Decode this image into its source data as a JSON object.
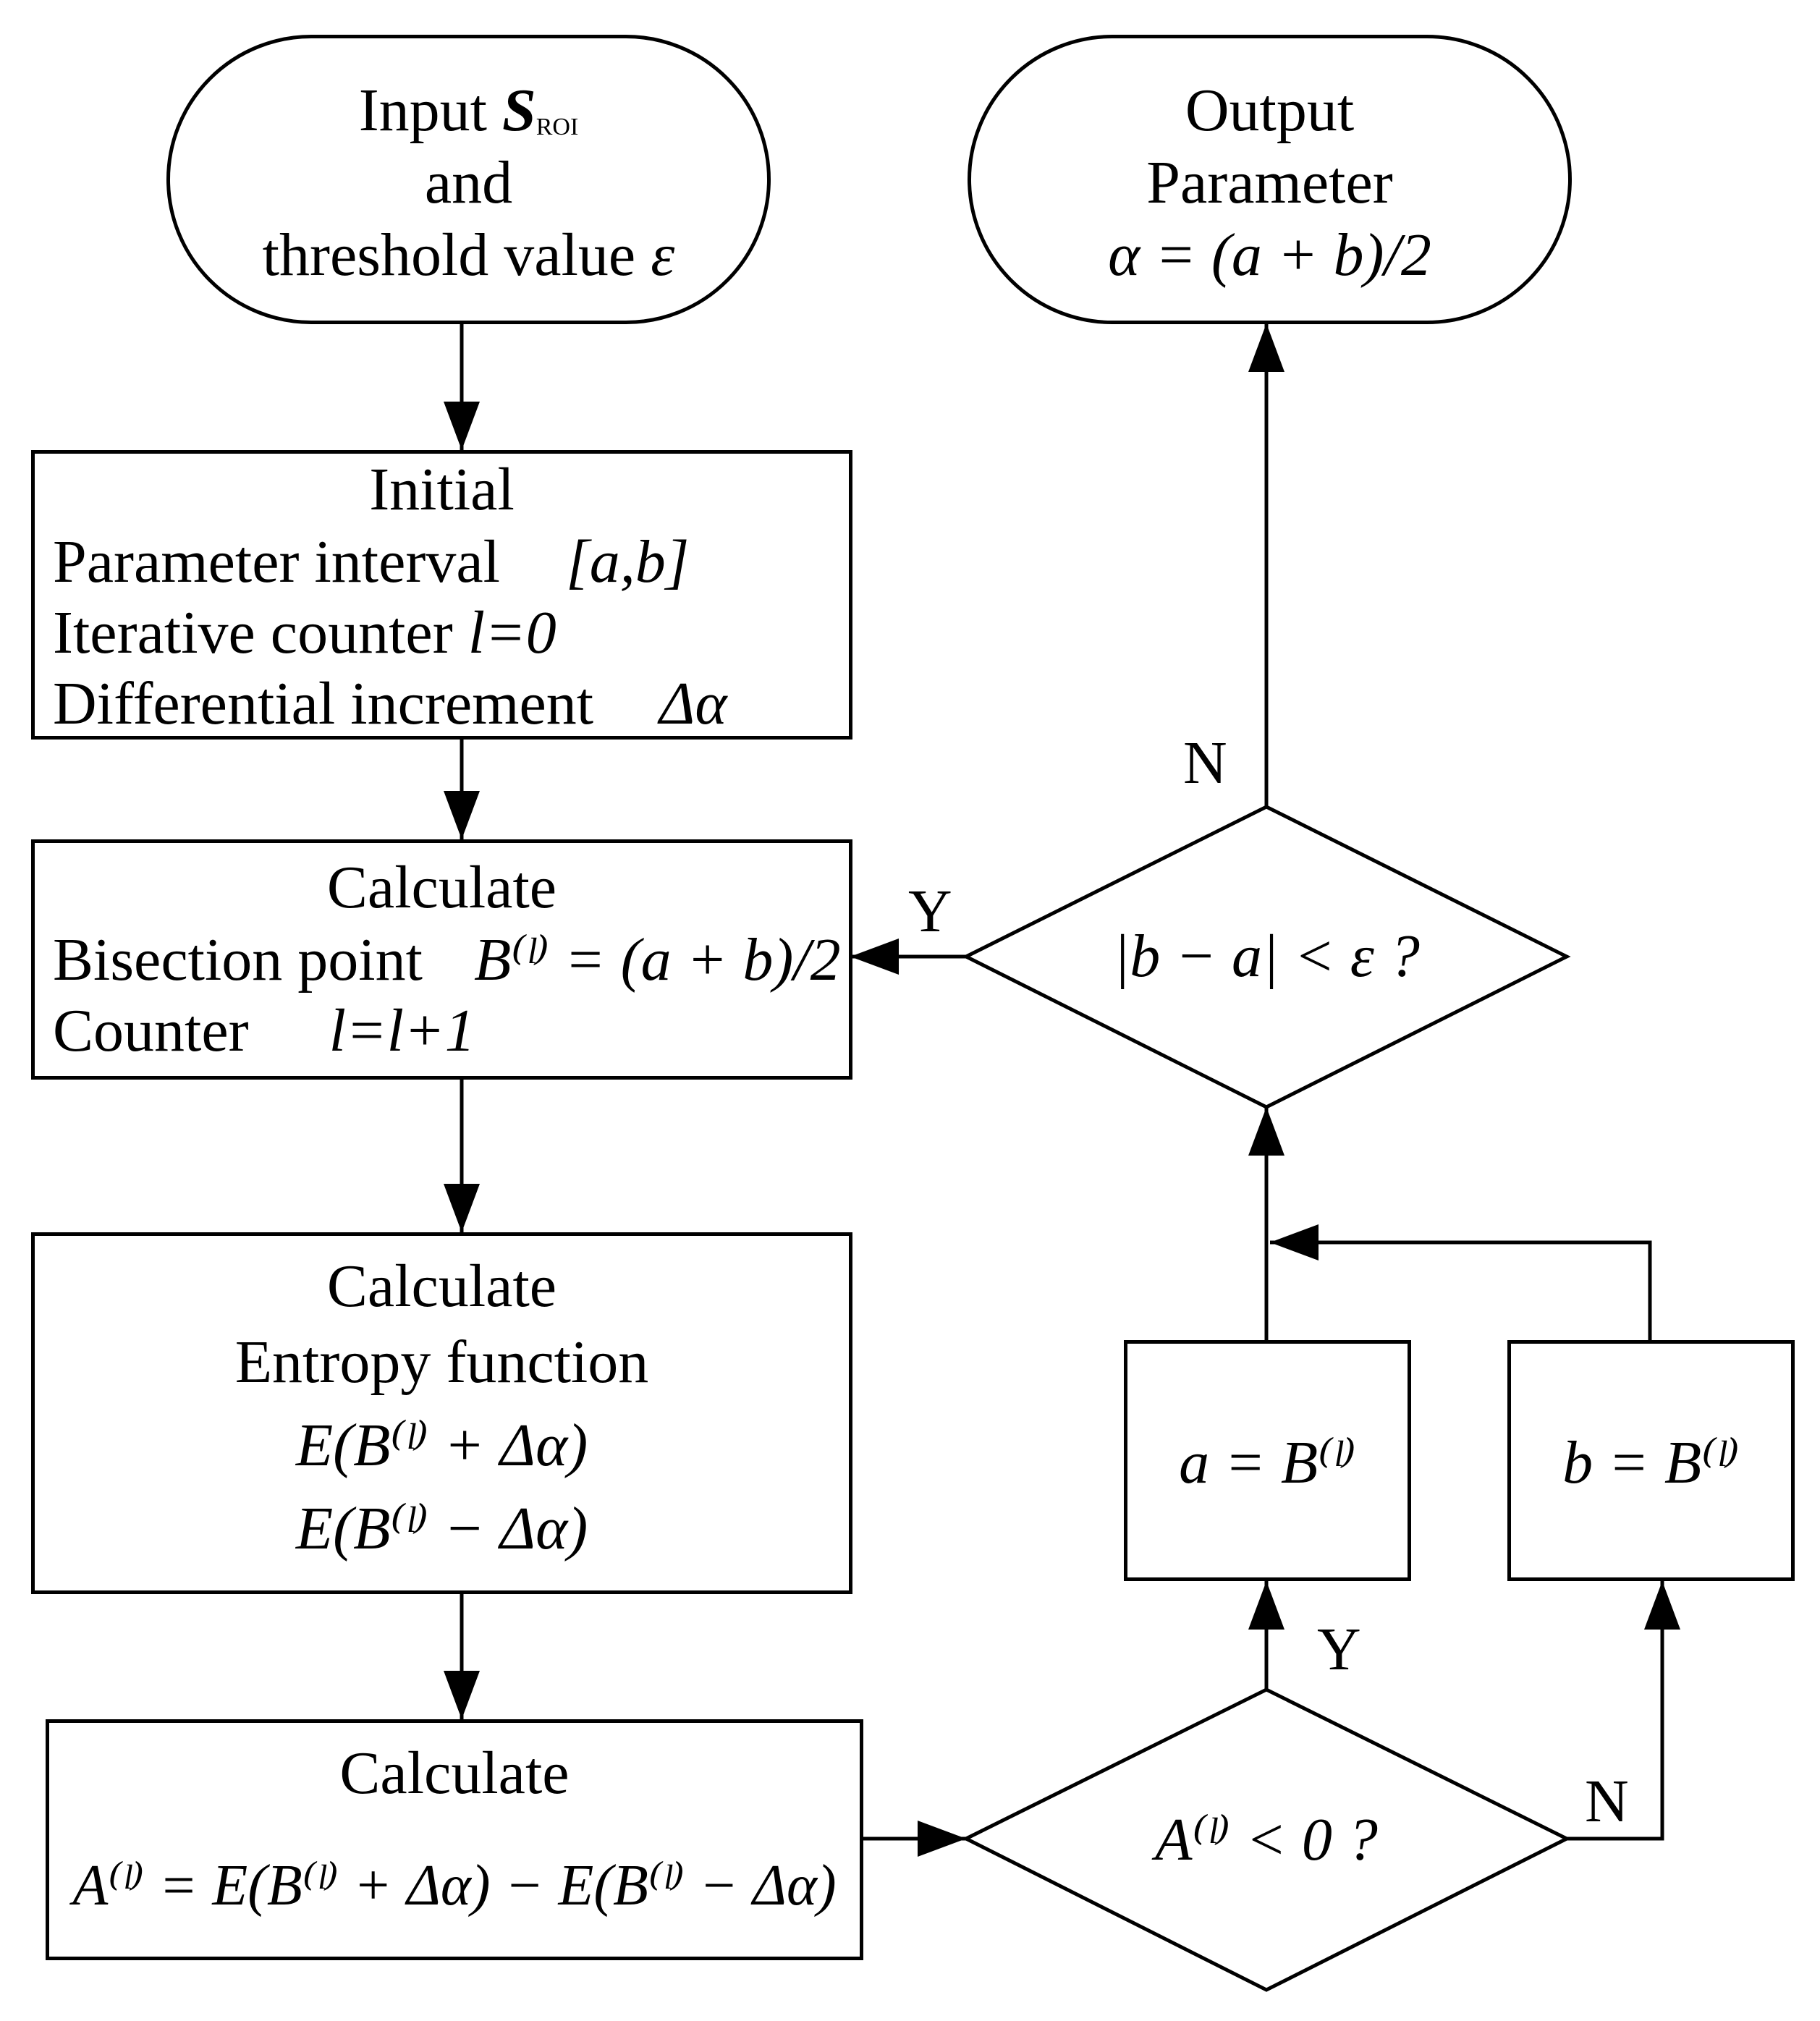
{
  "start": {
    "line1_prefix": "Input",
    "line1_symbol": "S",
    "line1_subscript": "ROI",
    "line2": "and",
    "line3_prefix": "threshold value",
    "line3_symbol": "ε"
  },
  "output": {
    "line1": "Output",
    "line2": "Parameter",
    "line3": "α = (a + b)/2"
  },
  "init_box": {
    "title": "Initial",
    "row1_label": "Parameter interval",
    "row1_value": "[a,b]",
    "row2_label": "Iterative counter",
    "row2_value": "l=0",
    "row3_label": "Differential increment",
    "row3_value": "Δα"
  },
  "bisect_box": {
    "title": "Calculate",
    "row1_label": "Bisection point",
    "row1_value": "B⁽ˡ⁾ = (a + b)/2",
    "row2_label": "Counter",
    "row2_value": "l=l+1"
  },
  "entropy_box": {
    "title": "Calculate",
    "subtitle": "Entropy function",
    "expr1": "E(B⁽ˡ⁾ + Δα)",
    "expr2": "E(B⁽ˡ⁾ − Δα)"
  },
  "a_box": {
    "title": "Calculate",
    "expr": "A⁽ˡ⁾ = E(B⁽ˡ⁾ + Δα) − E(B⁽ˡ⁾ − Δα)"
  },
  "decision_conv": {
    "text": "|b − a| < ε  ?"
  },
  "decision_sign": {
    "text": "A⁽ˡ⁾ < 0  ?"
  },
  "assign_a": {
    "text": "a = B⁽ˡ⁾"
  },
  "assign_b": {
    "text": "b = B⁽ˡ⁾"
  },
  "labels": {
    "conv_yes": "Y",
    "conv_no": "N",
    "sign_yes": "Y",
    "sign_no": "N"
  }
}
